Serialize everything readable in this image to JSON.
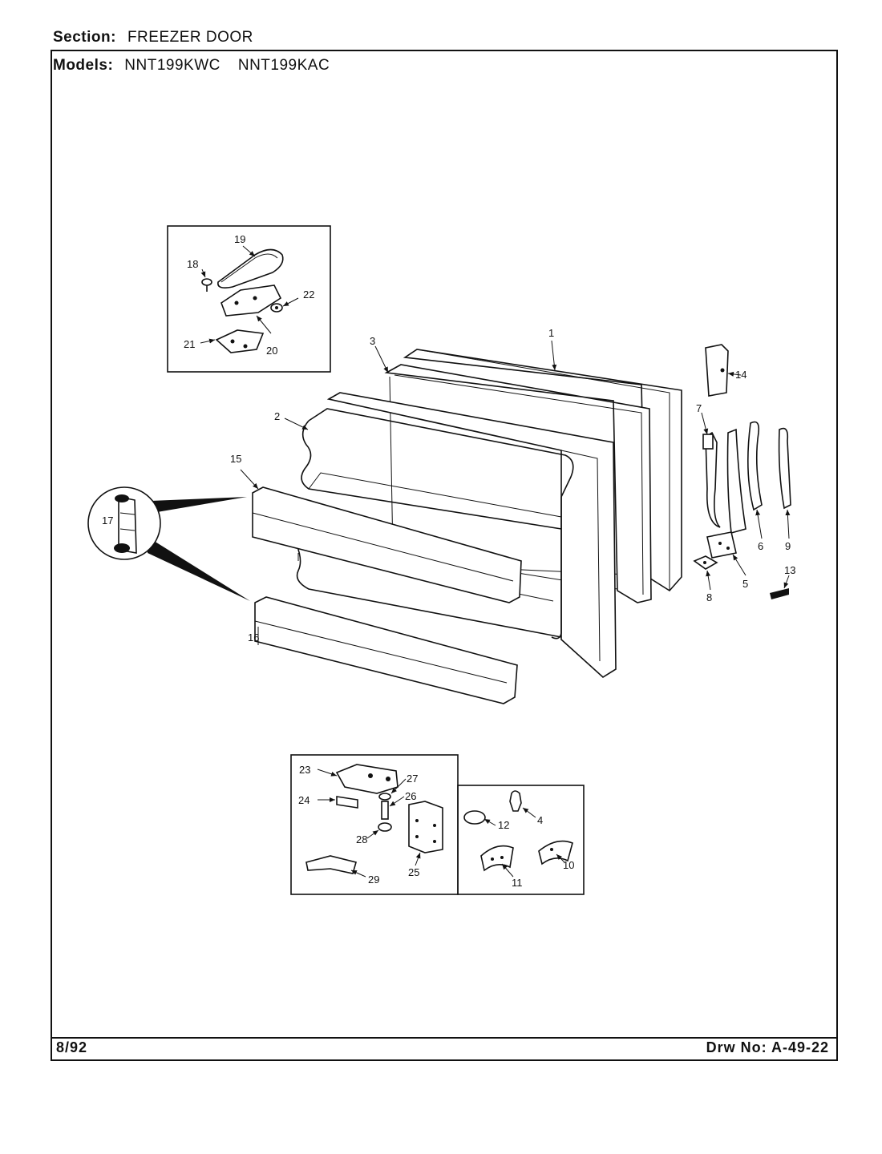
{
  "header": {
    "section_label": "Section:",
    "section_value": "FREEZER DOOR",
    "models_label": "Models:",
    "models": [
      "NNT199KWC",
      "NNT199KAC"
    ]
  },
  "footer": {
    "date": "8/92",
    "drawing_number": "Drw No: A-49-22"
  },
  "callouts": {
    "p1": "1",
    "p2": "2",
    "p3": "3",
    "p4": "4",
    "p5": "5",
    "p6": "6",
    "p7": "7",
    "p8": "8",
    "p9": "9",
    "p10": "10",
    "p11": "11",
    "p12": "12",
    "p13": "13",
    "p14": "14",
    "p15": "15",
    "p16": "16",
    "p17": "17",
    "p18": "18",
    "p19": "19",
    "p20": "20",
    "p21": "21",
    "p22": "22",
    "p23": "23",
    "p24": "24",
    "p25": "25",
    "p26": "26",
    "p27": "27",
    "p28": "28",
    "p29": "29"
  }
}
